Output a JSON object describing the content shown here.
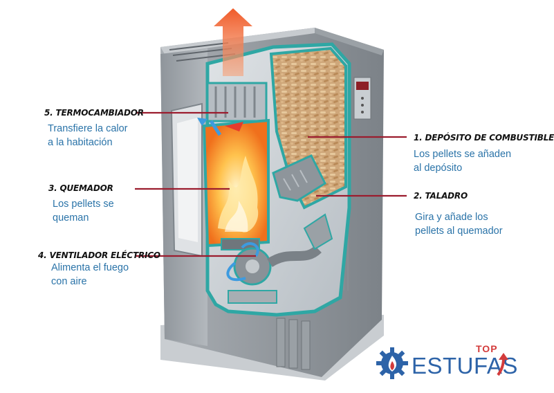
{
  "labels": [
    {
      "id": "termocambiador",
      "title": "5. TERMOCAMBIADOR",
      "desc": [
        "Transfiere la calor",
        "a la habitación"
      ]
    },
    {
      "id": "quemador",
      "title": "3. QUEMADOR",
      "desc": [
        "Los pellets se",
        "queman"
      ]
    },
    {
      "id": "ventilador",
      "title": "4. VENTILADOR ELÉCTRICO",
      "desc": [
        "Alimenta el fuego",
        "con aire"
      ]
    },
    {
      "id": "deposito",
      "title": "1. DEPÓSITO DE COMBUSTIBLE",
      "desc": [
        "Los pellets se añaden",
        "al depósito"
      ]
    },
    {
      "id": "taladro",
      "title": "2. TALADRO",
      "desc": [
        "Gira y añade los",
        "pellets al quemador"
      ]
    }
  ],
  "logo": {
    "word": "ESTUFAS",
    "top": "TOP",
    "icon": "gear-flame-icon"
  },
  "colors": {
    "line": "#9b1c2e",
    "desc": "#2a73a8",
    "teal": "#2fa7a4",
    "logo_blue": "#2d63a8",
    "logo_red": "#d33b3b"
  }
}
